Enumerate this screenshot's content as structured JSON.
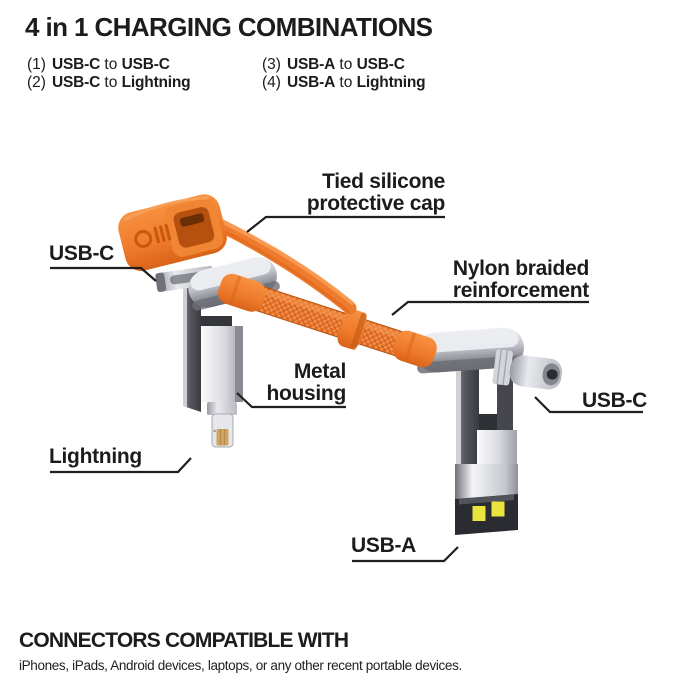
{
  "header": {
    "title": "4 in 1 CHARGING COMBINATIONS",
    "combinations": [
      {
        "num": "(1)",
        "a": "USB-C",
        "conj": "to",
        "b": "USB-C"
      },
      {
        "num": "(2)",
        "a": "USB-C",
        "conj": "to",
        "b": "Lightning"
      },
      {
        "num": "(3)",
        "a": "USB-A",
        "conj": "to",
        "b": "USB-C"
      },
      {
        "num": "(4)",
        "a": "USB-A",
        "conj": "to",
        "b": "Lightning"
      }
    ]
  },
  "diagram": {
    "labels": {
      "cap_line1": "Tied silicone",
      "cap_line2": "protective cap",
      "usbc_left": "USB-C",
      "nylon_line1": "Nylon braided",
      "nylon_line2": "reinforcement",
      "metal_line1": "Metal",
      "metal_line2": "housing",
      "usbc_right": "USB-C",
      "lightning": "Lightning",
      "usba": "USB-A"
    }
  },
  "footer": {
    "title": "CONNECTORS COMPATIBLE WITH",
    "subtitle": "iPhones, iPads, Android devices, laptops, or any other recent portable devices."
  },
  "colors": {
    "accent_orange": "#EE7A2B",
    "orange_shadow": "#D96318",
    "text": "#1C1C1E",
    "metal_light": "#E9EAEE",
    "metal_dark": "#3C3D43",
    "usb_a_contacts": "#E9E53E",
    "lightning_contacts": "#CDA462"
  }
}
